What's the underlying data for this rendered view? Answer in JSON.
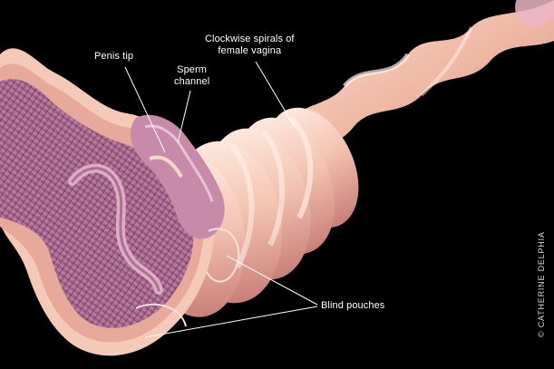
{
  "labels": {
    "penis_tip": "Penis tip",
    "sperm_channel": "Sperm\nchannel",
    "clockwise_spirals": "Clockwise spirals of\nfemale vagina",
    "blind_pouches": "Blind pouches"
  },
  "credit": "© CATHERINE DELPHIA",
  "colors": {
    "background": "#000000",
    "tissue_outer": "#f2bfae",
    "tissue_highlight": "#fbe3d8",
    "tissue_inner": "#a9688f",
    "tissue_inner_dark": "#7c4568",
    "label_text": "#ffffff",
    "leader_line": "#ffffff"
  }
}
